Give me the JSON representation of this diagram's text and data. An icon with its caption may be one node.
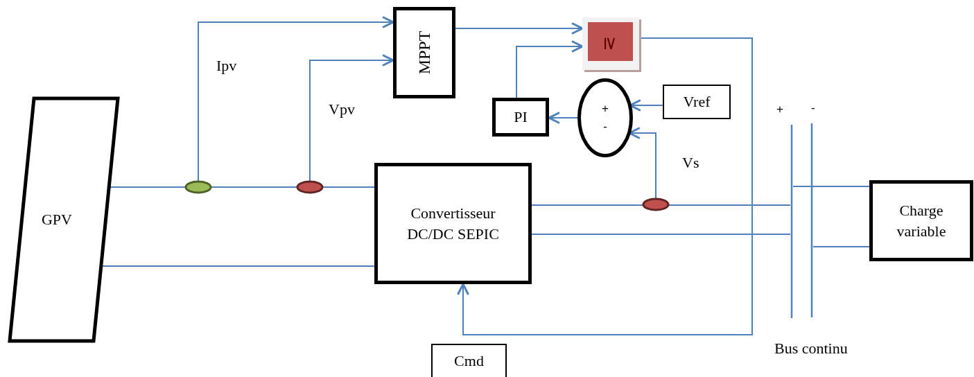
{
  "diagram": {
    "nodes": [
      {
        "text": [
          "GPV"
        ]
      },
      {
        "text": [
          "MPPT"
        ]
      },
      {
        "text": [
          "≥"
        ]
      },
      {
        "text": [
          "PI"
        ]
      },
      {
        "text": [
          "+",
          "-"
        ]
      },
      {
        "text": [
          "Vref"
        ]
      },
      {
        "text": [
          "Convertisseur DC/DC SEPIC"
        ]
      },
      {
        "text": [
          "Charge variable"
        ]
      },
      {
        "text": [
          "Cmd"
        ]
      },
      {
        "text": [],
        "shape": "circle"
      },
      {
        "text": [],
        "shape": "circle"
      },
      {
        "text": [],
        "shape": "circle"
      },
      {
        "text": [],
        "shape": "bar",
        "beside": [
          "+"
        ]
      },
      {
        "text": [],
        "shape": "bar",
        "beside": [
          "-"
        ]
      }
    ],
    "edges": [
      {
        "from": 0,
        "to": 9,
        "arrow": "none"
      },
      {
        "from": 9,
        "to": 10,
        "arrow": "none"
      },
      {
        "from": 10,
        "to": 6,
        "arrow": "none"
      },
      {
        "from": 0,
        "to": 6,
        "arrow": "none"
      },
      {
        "from": 9,
        "to": 1,
        "arrow": "to"
      },
      {
        "from": 10,
        "to": 1,
        "arrow": "to"
      },
      {
        "from": 1,
        "to": 2,
        "arrow": "to"
      },
      {
        "from": 3,
        "to": 2,
        "arrow": "to"
      },
      {
        "from": 4,
        "to": 3,
        "arrow": "to"
      },
      {
        "from": 5,
        "to": 4,
        "arrow": "to"
      },
      {
        "from": 11,
        "to": 4,
        "arrow": "to"
      },
      {
        "from": 6,
        "to": 11,
        "arrow": "none"
      },
      {
        "from": 11,
        "to": 12,
        "arrow": "none"
      },
      {
        "from": 6,
        "to": 12,
        "arrow": "none"
      },
      {
        "from": 12,
        "to": 7,
        "arrow": "none"
      },
      {
        "from": 13,
        "to": 7,
        "arrow": "none"
      },
      {
        "from": 2,
        "to": 6,
        "arrow": "to"
      }
    ],
    "labels": [
      "Ipv",
      "Vpv",
      "Vs",
      "Bus continu"
    ]
  }
}
